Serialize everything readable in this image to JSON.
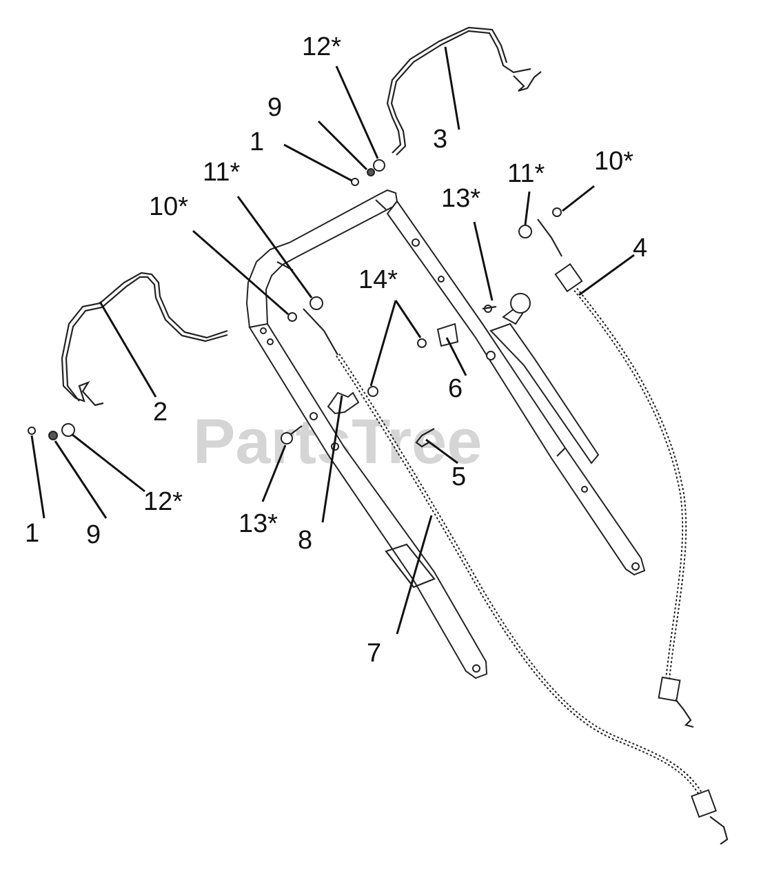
{
  "watermark": "PartsTree",
  "callouts": [
    {
      "id": "c-12a",
      "label": "12*"
    },
    {
      "id": "c-9a",
      "label": "9"
    },
    {
      "id": "c-1a",
      "label": "1"
    },
    {
      "id": "c-3",
      "label": "3"
    },
    {
      "id": "c-11a",
      "label": "11*"
    },
    {
      "id": "c-10a",
      "label": "10*"
    },
    {
      "id": "c-13a",
      "label": "13*"
    },
    {
      "id": "c-11b",
      "label": "11*"
    },
    {
      "id": "c-10b",
      "label": "10*"
    },
    {
      "id": "c-4",
      "label": "4"
    },
    {
      "id": "c-14",
      "label": "14*"
    },
    {
      "id": "c-2",
      "label": "2"
    },
    {
      "id": "c-6",
      "label": "6"
    },
    {
      "id": "c-5",
      "label": "5"
    },
    {
      "id": "c-1b",
      "label": "1"
    },
    {
      "id": "c-9b",
      "label": "9"
    },
    {
      "id": "c-12b",
      "label": "12*"
    },
    {
      "id": "c-13b",
      "label": "13*"
    },
    {
      "id": "c-8",
      "label": "8"
    },
    {
      "id": "c-7",
      "label": "7"
    }
  ]
}
